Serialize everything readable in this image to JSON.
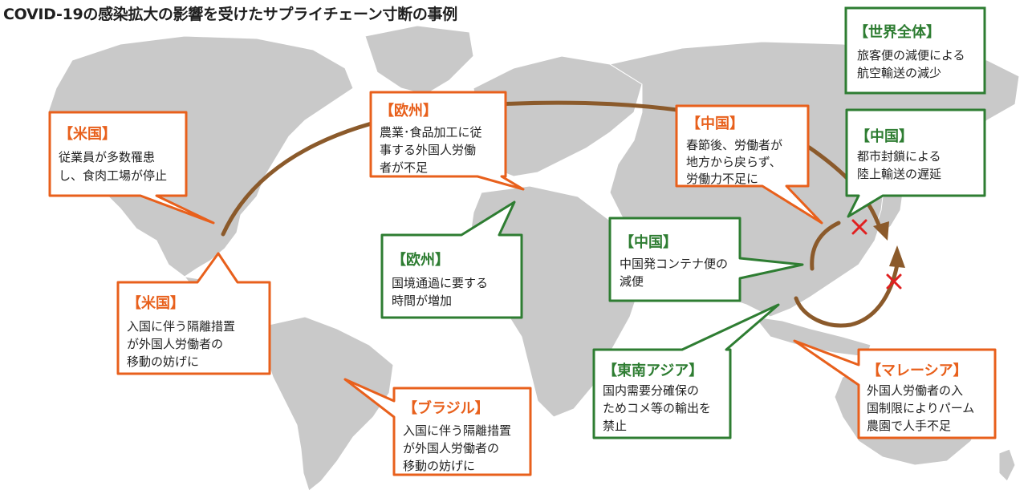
{
  "title": "COVID-19の感染拡大の影響を受けたサプライチェーン寸断の事例",
  "colors": {
    "orange": "#E8601C",
    "green": "#2E7D32",
    "arrow": "#8B5A2B",
    "cross": "#E02020",
    "land": "#C9C9C9"
  },
  "callouts": [
    {
      "id": "us-1",
      "title": "【米国】",
      "lines": [
        "従業員が多数罹患",
        "し、食肉工場が停止"
      ]
    },
    {
      "id": "us-2",
      "title": "【米国】",
      "lines": [
        "入国に伴う隔離措置",
        "が外国人労働者の",
        "移動の妨げに"
      ]
    },
    {
      "id": "brazil",
      "title": "【ブラジル】",
      "lines": [
        "入国に伴う隔離措置",
        "が外国人労働者の",
        "移動の妨げに"
      ]
    },
    {
      "id": "eu-1",
      "title": "【欧州】",
      "lines": [
        "農業･食品加工に従",
        "事する外国人労働",
        "者が不足"
      ]
    },
    {
      "id": "eu-2",
      "title": "【欧州】",
      "lines": [
        "国境通過に要する",
        "時間が増加"
      ]
    },
    {
      "id": "china-1",
      "title": "【中国】",
      "lines": [
        "春節後、労働者が",
        "地方から戻らず、",
        "労働力不足に"
      ]
    },
    {
      "id": "world",
      "title": "【世界全体】",
      "lines": [
        "旅客便の減便による",
        "航空輸送の減少"
      ]
    },
    {
      "id": "china-2",
      "title": "【中国】",
      "lines": [
        "都市封鎖による",
        "陸上輸送の遅延"
      ]
    },
    {
      "id": "china-3",
      "title": "【中国】",
      "lines": [
        "中国発コンテナ便の",
        "減便"
      ]
    },
    {
      "id": "sea",
      "title": "【東南アジア】",
      "lines": [
        "国内需要分確保の",
        "ためコメ等の輸出を",
        "禁止"
      ]
    },
    {
      "id": "malaysia",
      "title": "【マレーシア】",
      "lines": [
        "外国人労働者の入",
        "国制限によりパーム",
        "農園で人手不足"
      ]
    }
  ]
}
